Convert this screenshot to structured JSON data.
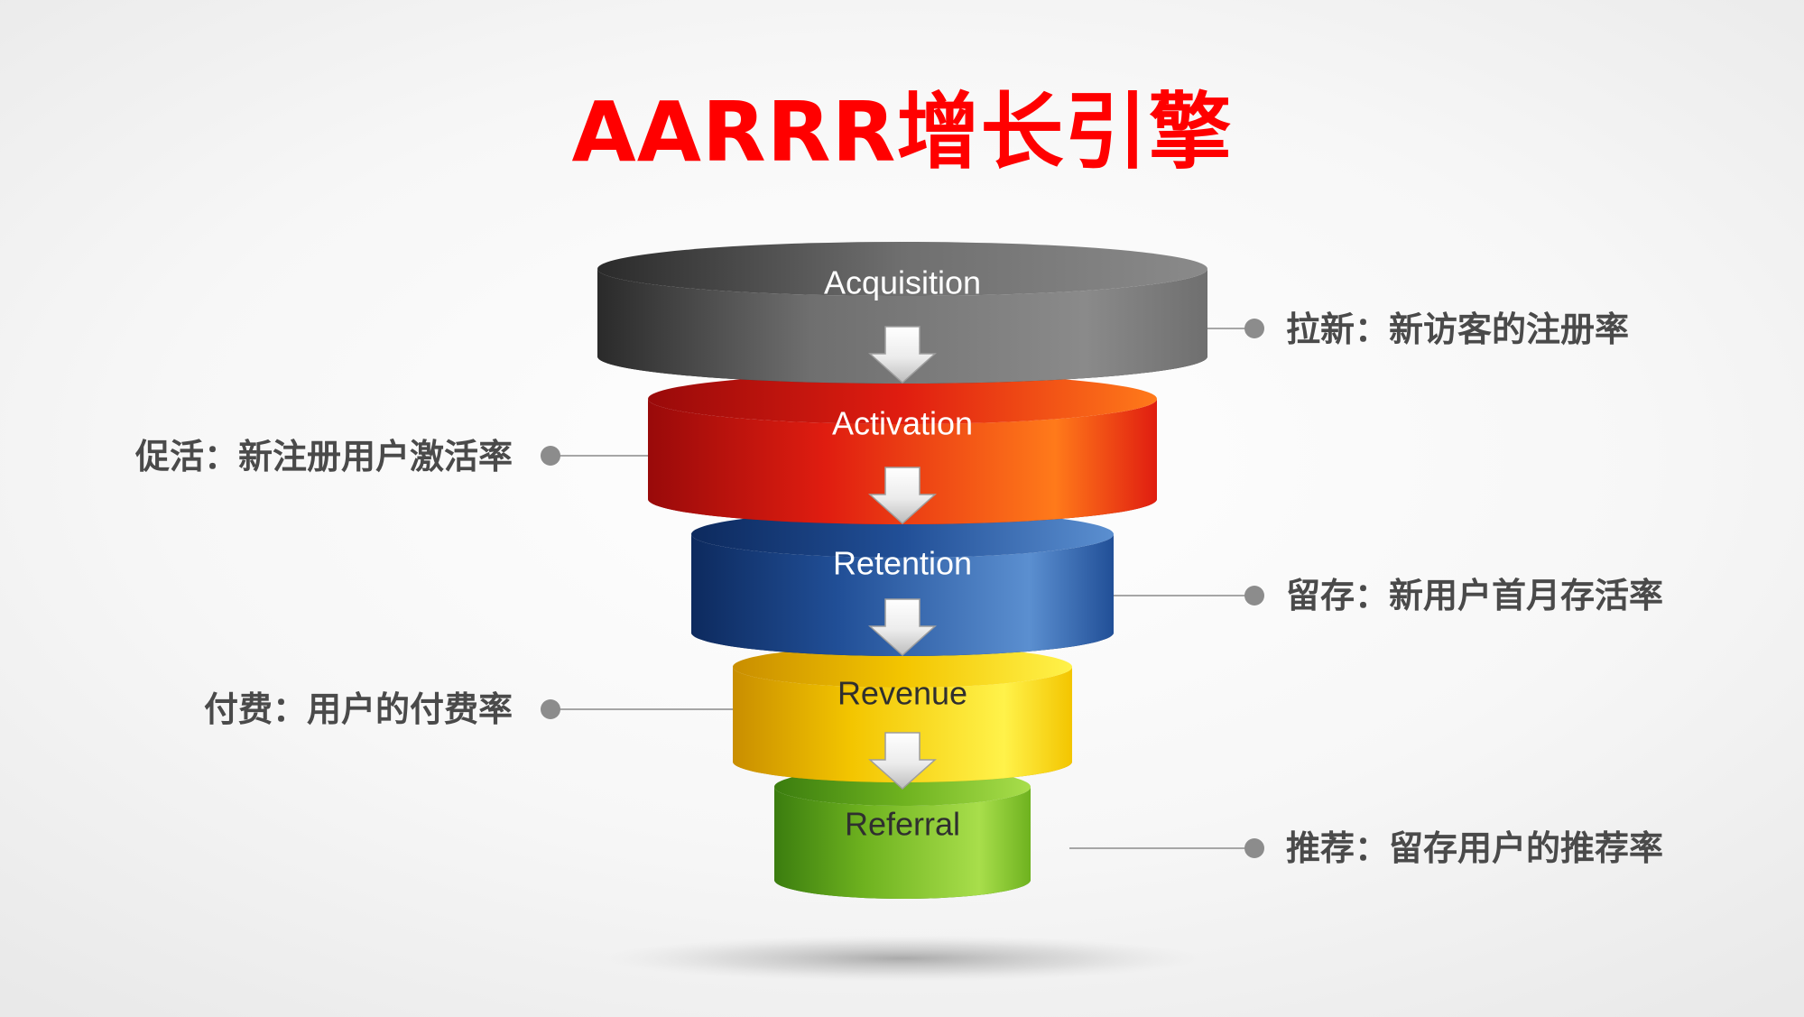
{
  "title": "AARRR增长引擎",
  "colors": {
    "title": "#ff0000",
    "callout_text": "#4a4a4a",
    "connector": "#a6a6a6",
    "dot": "#8c8c8c"
  },
  "stages": [
    {
      "label": "Acquisition",
      "callout": "拉新：新访客的注册率",
      "callout_side": "right",
      "colors": {
        "dark": "#2a2a2a",
        "mid": "#6f6f6f",
        "light": "#8a8a8a",
        "text": "#ffffff"
      }
    },
    {
      "label": "Activation",
      "callout": "促活：新注册用户激活率",
      "callout_side": "left",
      "colors": {
        "dark": "#990a0a",
        "mid": "#e01d10",
        "light": "#ff7a1a",
        "text": "#ffffff"
      }
    },
    {
      "label": "Retention",
      "callout": "留存：新用户首月存活率",
      "callout_side": "right",
      "colors": {
        "dark": "#0d2a5e",
        "mid": "#214f97",
        "light": "#5b8fd0",
        "text": "#ffffff"
      }
    },
    {
      "label": "Revenue",
      "callout": "付费：用户的付费率",
      "callout_side": "left",
      "colors": {
        "dark": "#c98e00",
        "mid": "#f3c500",
        "light": "#fff24a",
        "text": "#2f2f2f"
      }
    },
    {
      "label": "Referral",
      "callout": "推荐：留存用户的推荐率",
      "callout_side": "right",
      "colors": {
        "dark": "#3b7d0f",
        "mid": "#6eb21f",
        "light": "#a8de4b",
        "text": "#2f2f2f"
      }
    }
  ]
}
